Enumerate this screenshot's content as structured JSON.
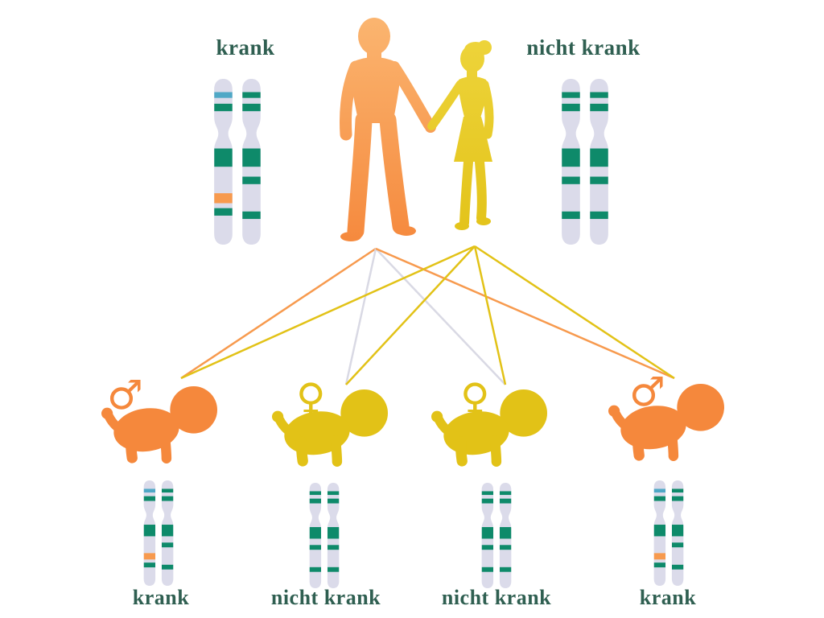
{
  "colors": {
    "background": "#FFFFFF",
    "father": "#F5883C",
    "father_light": "#FBB671",
    "mother": "#E2C217",
    "mother_light": "#EFD63F",
    "chromosome_body": "#DBDBEA",
    "band_teal": "#0E8A6A",
    "band_orange": "#F79A4E",
    "band_blue": "#4FA8C6",
    "line_gray": "#D9D9E4",
    "text": "#2F5F51"
  },
  "parents": {
    "father": {
      "status_label": "krank"
    },
    "mother": {
      "status_label": "nicht krank"
    }
  },
  "children": [
    {
      "sex_symbol": "♂",
      "status_label": "krank"
    },
    {
      "sex_symbol": "♀",
      "status_label": "nicht krank"
    },
    {
      "sex_symbol": "♀",
      "status_label": "nicht krank"
    },
    {
      "sex_symbol": "♂",
      "status_label": "krank"
    }
  ]
}
